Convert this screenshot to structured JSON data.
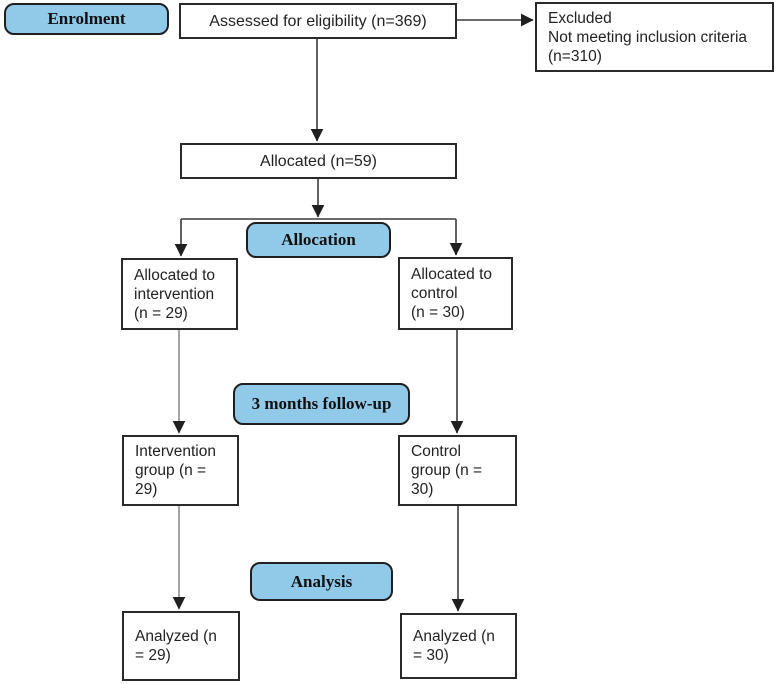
{
  "stages": {
    "enrolment": "Enrolment",
    "allocation": "Allocation",
    "followup": "3 months follow-up",
    "analysis": "Analysis"
  },
  "boxes": {
    "assessed": {
      "lines": [
        "Assessed for eligibility (n=369)"
      ]
    },
    "excluded": {
      "lines": [
        "Excluded",
        "Not meeting inclusion criteria",
        "(n=310)"
      ]
    },
    "allocated": {
      "lines": [
        "Allocated (n=59)"
      ]
    },
    "allocated_intervention": {
      "lines": [
        "Allocated to",
        "intervention",
        "(n = 29)"
      ]
    },
    "allocated_control": {
      "lines": [
        "Allocated to",
        "control",
        "(n = 30)"
      ]
    },
    "intervention_group": {
      "lines": [
        "Intervention",
        "group (n =",
        "29)"
      ]
    },
    "control_group": {
      "lines": [
        "Control",
        "group (n =",
        "30)"
      ]
    },
    "analyzed_intervention": {
      "lines": [
        "Analyzed (n",
        "= 29)"
      ]
    },
    "analyzed_control": {
      "lines": [
        "Analyzed (n",
        "= 30)"
      ]
    }
  },
  "counts": {
    "assessed": 369,
    "excluded": 310,
    "allocated": 59,
    "intervention": 29,
    "control": 30
  },
  "colors": {
    "stage_fill": "#91c9e8",
    "border": "#1f1f1f",
    "connector": "#3a3a3a",
    "connector_grey": "#8e8e8e"
  }
}
